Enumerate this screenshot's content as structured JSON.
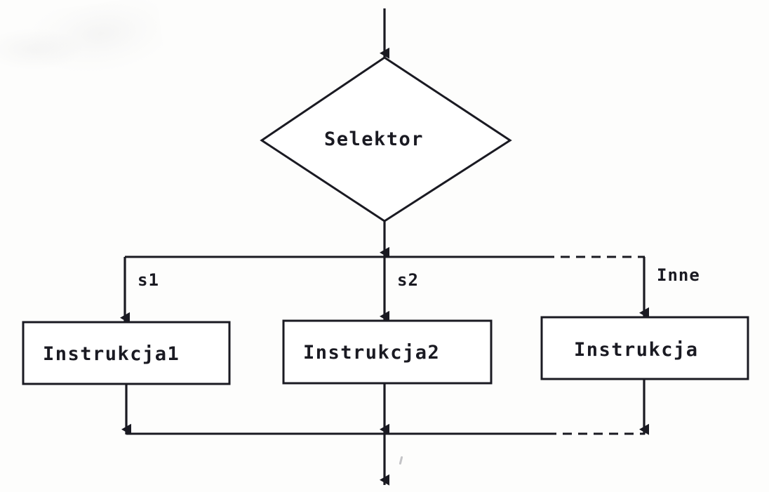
{
  "diagram": {
    "title": "Selektor",
    "type": "flowchart",
    "language": "pl",
    "background_color": "#fdfdfc",
    "stroke_color": "#1a1a22",
    "text_color": "#1a1a22",
    "nodes": {
      "decision": {
        "label": "Selektor",
        "shape": "diamond"
      },
      "branch1": {
        "label": "Instrukcja1",
        "shape": "rectangle"
      },
      "branch2": {
        "label": "Instrukcja2",
        "shape": "rectangle"
      },
      "branch3": {
        "label": "Instrukcja",
        "shape": "rectangle"
      }
    },
    "edge_labels": {
      "case1": "s1",
      "case2": "s2",
      "default": "Inne"
    }
  }
}
